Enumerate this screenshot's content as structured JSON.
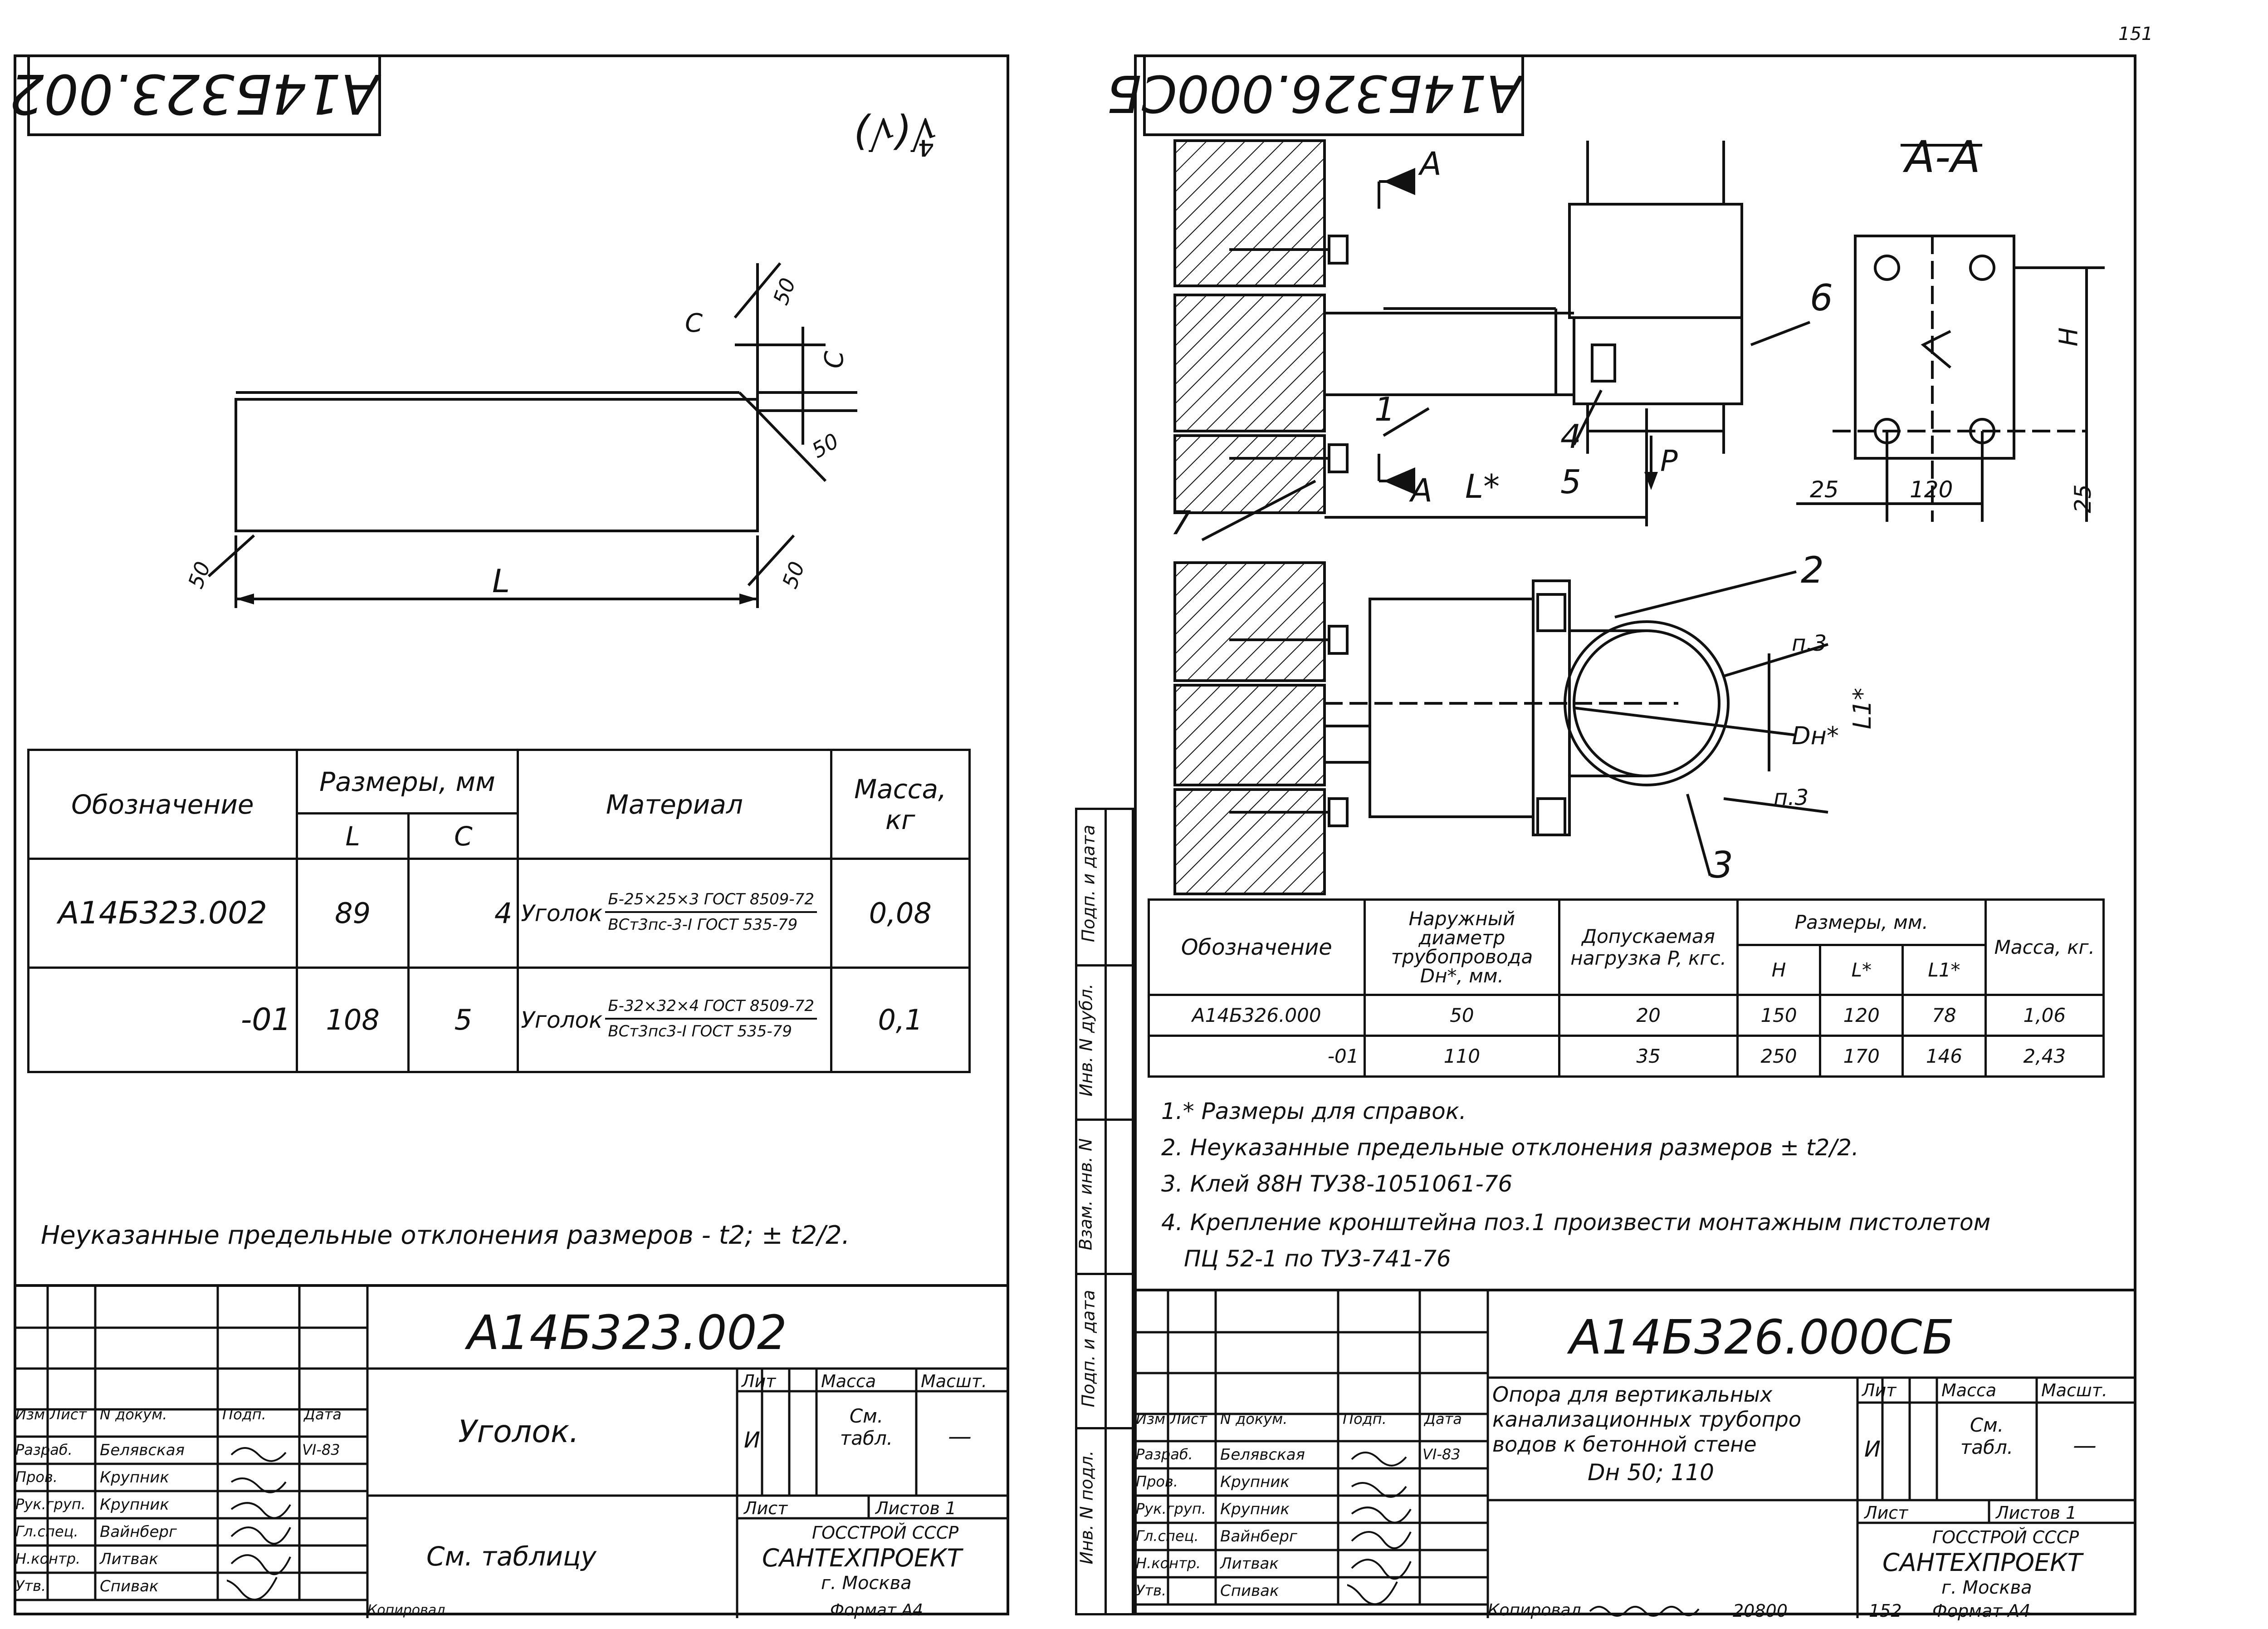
{
  "page_number": "151",
  "left": {
    "code_mirrored": "А14Б323.002",
    "roughness": "∜(√)",
    "dims": {
      "c": "C",
      "angle": "50",
      "L": "L"
    },
    "table": {
      "headers": {
        "designation": "Обозначение",
        "dims": "Размеры, мм",
        "L": "L",
        "c": "C",
        "material": "Материал",
        "mass": "Масса, кг"
      },
      "rows": [
        {
          "designation": "А14Б323.002",
          "L": "89",
          "c": "4",
          "material_label": "Уголок",
          "material_top": "Б-25×25×3 ГОСТ 8509-72",
          "material_bottom": "ВСт3пс-3-I ГОСТ 535-79",
          "mass": "0,08"
        },
        {
          "designation": "-01",
          "L": "108",
          "c": "5",
          "material_label": "Уголок",
          "material_top": "Б-32×32×4 ГОСТ 8509-72",
          "material_bottom": "ВСт3пс3-I ГОСТ 535-79",
          "mass": "0,1"
        }
      ]
    },
    "note": "Неуказанные предельные отклонения размеров - t2; ± t2/2.",
    "stamp": {
      "code": "А14Б323.002",
      "name": "Уголок.",
      "material": "См. таблицу",
      "lit": "Лит",
      "mass_h": "Масса",
      "scale_h": "Масшт.",
      "lit_val": "И",
      "mass_val": "См. табл.",
      "scale_val": "—",
      "sheet": "Лист",
      "sheets": "Листов 1",
      "org1": "ГОССТРОЙ СССР",
      "org2": "САНТЕХПРОЕКТ",
      "org3": "г. Москва",
      "cols": [
        "Изм",
        "Лист",
        "N докум.",
        "Подп.",
        "Дата"
      ],
      "roles": [
        "Разраб.",
        "Пров.",
        "Рук.груп.",
        "Гл.спец.",
        "Н.контр.",
        "Утв."
      ],
      "names": [
        "Белявская",
        "Крупник",
        "Крупник",
        "Вайнберг",
        "Литвак",
        "Спивак"
      ],
      "date": "VI-83",
      "copied": "Копировал",
      "format": "Формат А4"
    }
  },
  "right": {
    "code_mirrored": "А14Б326.000СБ",
    "section": "А-А",
    "labels": {
      "a": "А",
      "pos1": "1",
      "pos2": "2",
      "pos3": "3",
      "pos4": "4",
      "pos5": "5",
      "pos6": "6",
      "pos7": "7",
      "p": "P",
      "lstar": "L*",
      "h": "H",
      "d25a": "25",
      "d120": "120",
      "d25b": "25",
      "p3a": "п.3",
      "p3b": "п.3",
      "dn": "Dн*",
      "l1": "L1*"
    },
    "table": {
      "headers": {
        "designation": "Обозначение",
        "outer_d": "Наружный диаметр трубопровода Dн*, мм.",
        "load": "Допускаемая нагрузка P, кгс.",
        "dims": "Размеры, мм.",
        "H": "H",
        "L": "L*",
        "L1": "L1*",
        "mass": "Масса, кг."
      },
      "rows": [
        {
          "designation": "А14Б326.000",
          "d": "50",
          "p": "20",
          "H": "150",
          "L": "120",
          "L1": "78",
          "mass": "1,06"
        },
        {
          "designation": "-01",
          "d": "110",
          "p": "35",
          "H": "250",
          "L": "170",
          "L1": "146",
          "mass": "2,43"
        }
      ]
    },
    "notes": [
      "1.* Размеры для справок.",
      "2. Неуказанные предельные отклонения размеров ± t2/2.",
      "3. Клей 88Н ТУ38-1051061-76",
      "4. Крепление кронштейна поз.1 произвести монтажным пистолетом",
      "ПЦ 52-1 по ТУ3-741-76"
    ],
    "side_labels": [
      "Подп. и дата",
      "Инв. N дубл.",
      "Взам. инв. N",
      "Подп. и дата",
      "Инв. N подл."
    ],
    "stamp": {
      "code": "А14Б326.000СБ",
      "name1": "Опора для вертикальных",
      "name2": "канализационных трубопро",
      "name3": "водов к бетонной стене",
      "name4": "Dн 50; 110",
      "lit": "Лит",
      "mass_h": "Масса",
      "scale_h": "Масшт.",
      "lit_val": "И",
      "mass_val": "См. табл.",
      "scale_val": "—",
      "sheet": "Лист",
      "sheets": "Листов 1",
      "org1": "ГОССТРОЙ СССР",
      "org2": "САНТЕХПРОЕКТ",
      "org3": "г. Москва",
      "cols": [
        "Изм",
        "Лист",
        "N докум.",
        "Подп.",
        "Дата"
      ],
      "roles": [
        "Разраб.",
        "Пров.",
        "Рук.груп.",
        "Гл.спец.",
        "Н.контр.",
        "Утв."
      ],
      "names": [
        "Белявская",
        "Крупник",
        "Крупник",
        "Вайнберг",
        "Литвак",
        "Спивак"
      ],
      "date": "VI-83",
      "copied": "Копировал",
      "order": "20800",
      "page": "152",
      "format": "Формат А4"
    }
  }
}
